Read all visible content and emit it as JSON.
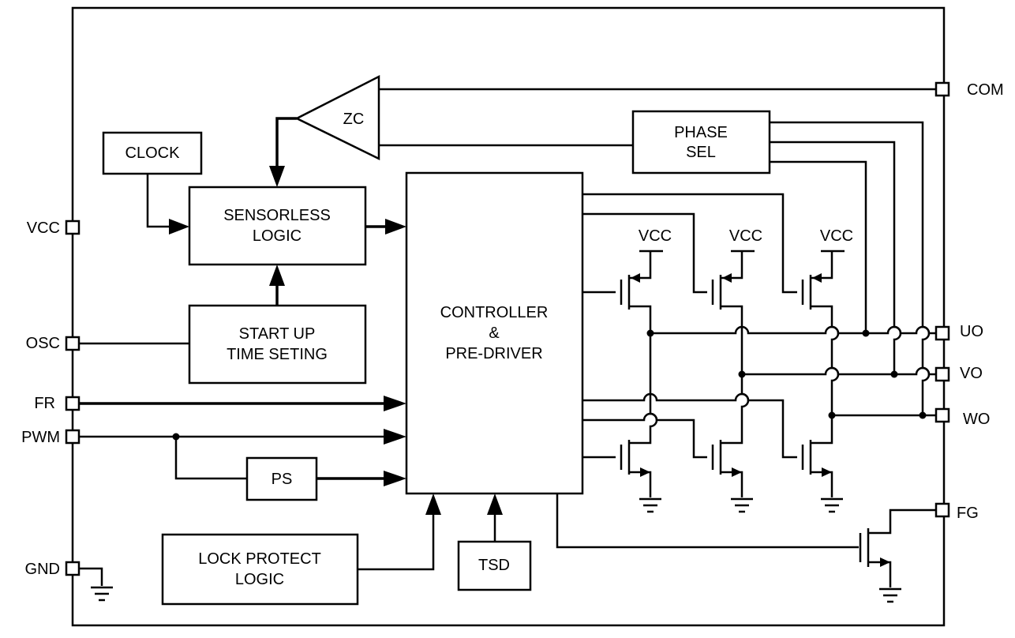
{
  "blocks": {
    "zc": "ZC",
    "clock": "CLOCK",
    "sensorless": [
      "SENSORLESS",
      "LOGIC"
    ],
    "phase_sel": [
      "PHASE",
      "SEL"
    ],
    "startup": [
      "START UP",
      "TIME SETING"
    ],
    "controller": [
      "CONTROLLER",
      "&",
      "PRE-DRIVER"
    ],
    "ps": "PS",
    "lock_protect": [
      "LOCK PROTECT",
      "LOGIC"
    ],
    "tsd": "TSD"
  },
  "pins": {
    "vcc": "VCC",
    "osc": "OSC",
    "fr": "FR",
    "pwm": "PWM",
    "gnd": "GND",
    "com": "COM",
    "uo": "UO",
    "vo": "VO",
    "wo": "WO",
    "fg": "FG"
  },
  "supply_labels": [
    "VCC",
    "VCC",
    "VCC"
  ]
}
